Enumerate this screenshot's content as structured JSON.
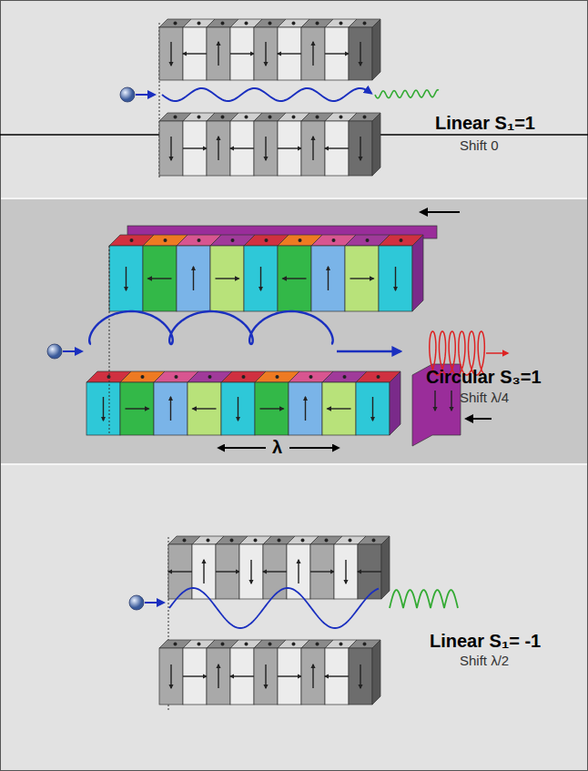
{
  "diagram": {
    "nodes": [
      {
        "text": [
          "Linear S₁=1",
          "Shift 0"
        ]
      },
      {
        "text": [
          "Circular S₃=1",
          "Shift λ/4"
        ]
      },
      {
        "text": [
          "Linear S₁= -1",
          "Shift λ/2"
        ]
      }
    ],
    "labels": [
      "λ"
    ]
  }
}
